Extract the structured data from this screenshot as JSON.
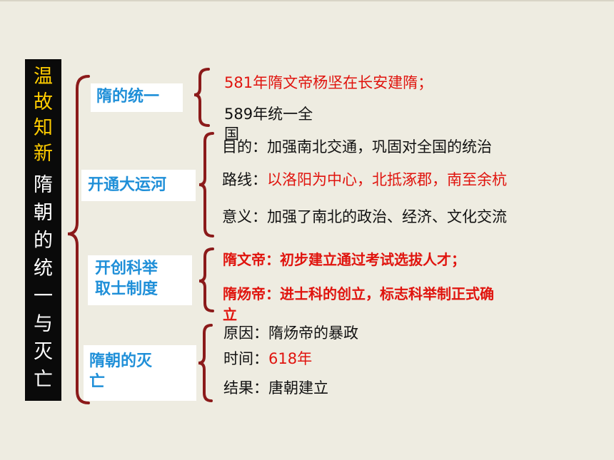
{
  "side_title": {
    "gold_chars": [
      "温",
      "故",
      "知",
      "新"
    ],
    "white_chars": [
      "隋",
      "朝",
      "的",
      "统",
      "一",
      "与",
      "灭",
      "亡"
    ]
  },
  "topics": {
    "t1": {
      "label": "隋的统一"
    },
    "t2": {
      "label": "开通大运河"
    },
    "t3": {
      "label_l1": "开创科举",
      "label_l2": "取士制度"
    },
    "t4": {
      "label_l1": "隋朝的灭",
      "label_l2": "亡"
    }
  },
  "details": {
    "unify_1": "581年隋文帝杨坚在长安建隋；",
    "unify_2a": "589年统一全",
    "unify_2b": "国",
    "canal_purpose_label": "目的：",
    "canal_purpose": "加强南北交通，巩固对全国的统治",
    "canal_route_label": "路线：",
    "canal_route": "以洛阳为中心，北抵涿郡，南至余杭",
    "canal_meaning_label": "意义：",
    "canal_meaning": "加强了南北的政治、经济、文化交流",
    "exam_1": "隋文帝：初步建立通过考试选拔人才；",
    "exam_2a": "隋炀帝：进士科的创立，标志科举制正式确",
    "exam_2b": "立",
    "fall_cause_label": "原因：",
    "fall_cause": "隋炀帝的暴政",
    "fall_time_label": "时间：",
    "fall_time": "618年",
    "fall_result_label": "结果：",
    "fall_result": "唐朝建立"
  },
  "colors": {
    "background": "#EEECE1",
    "bracket": "#8B1A1A",
    "topic_text": "#1F8FD8",
    "highlight_red": "#E0140E",
    "title_gold": "#FFCC00"
  }
}
